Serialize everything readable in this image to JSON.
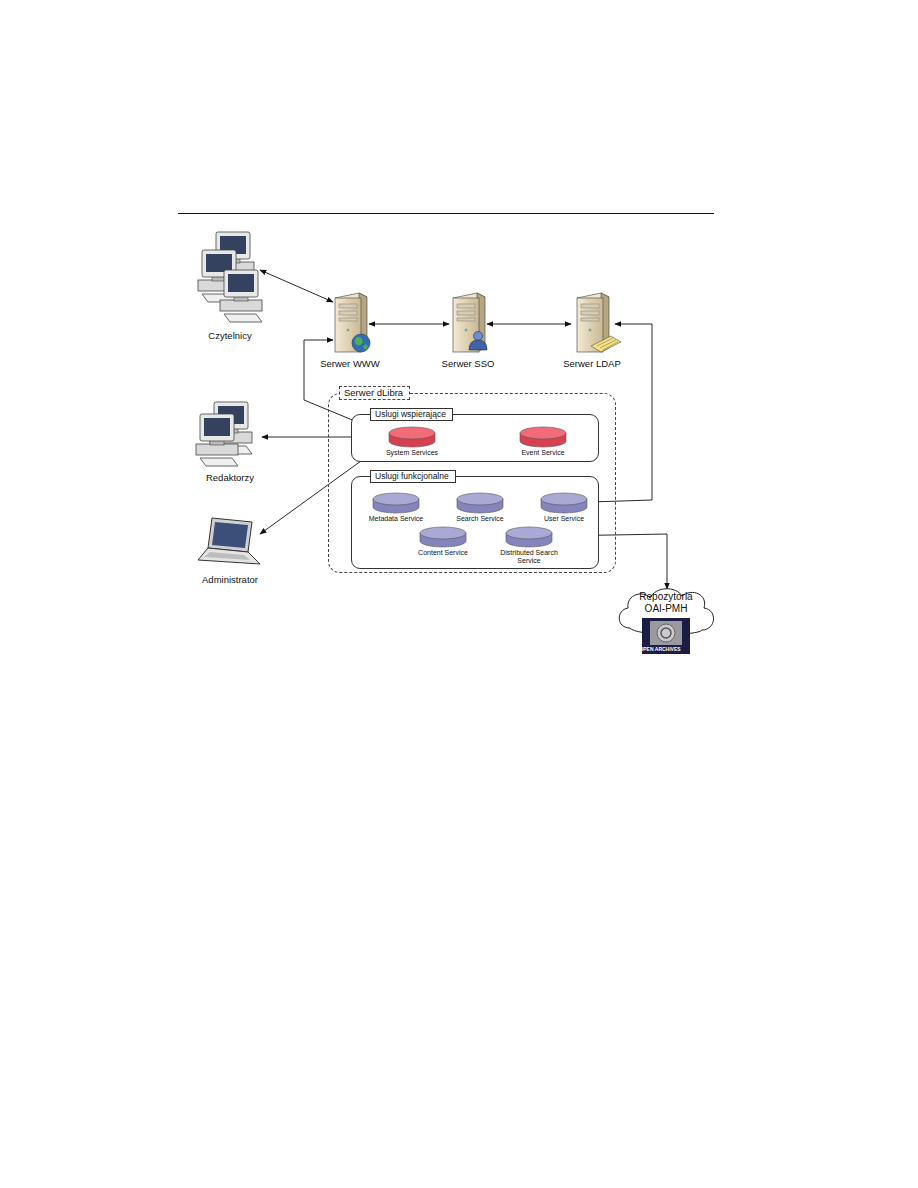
{
  "diagram": {
    "nodes": [
      {
        "text": [
          "Czytelnicy"
        ]
      },
      {
        "text": [
          "Serwer WWW"
        ]
      },
      {
        "text": [
          "Serwer SSO"
        ]
      },
      {
        "text": [
          "Serwer LDAP"
        ]
      },
      {
        "text": [
          "Serwer dLibra"
        ]
      },
      {
        "text": [
          "Uslugi wspierające"
        ],
        "in": 4
      },
      {
        "text": [
          "System Services"
        ],
        "in": 5
      },
      {
        "text": [
          "Event Service"
        ],
        "in": 5
      },
      {
        "text": [
          "Redaktorzy"
        ]
      },
      {
        "text": [
          "Uslugi funkcjonalne"
        ],
        "in": 4
      },
      {
        "text": [
          "Metadata Service"
        ],
        "in": 9
      },
      {
        "text": [
          "Search Service"
        ],
        "in": 9
      },
      {
        "text": [
          "User Service"
        ],
        "in": 9
      },
      {
        "text": [
          "Content Service"
        ],
        "in": 9
      },
      {
        "text": [
          "Distributed Search Service"
        ],
        "in": 9
      },
      {
        "text": [
          "Administrator"
        ]
      },
      {
        "text": [
          "Repozytoria OAI-PMH"
        ]
      }
    ],
    "edges": [
      {
        "from": 0,
        "to": 1,
        "arrow": "both"
      },
      {
        "from": 1,
        "to": 2,
        "arrow": "both"
      },
      {
        "from": 2,
        "to": 3,
        "arrow": "both"
      },
      {
        "from": 3,
        "to": 12,
        "arrow": "both"
      },
      {
        "from": 1,
        "to": 6,
        "arrow": "both"
      },
      {
        "from": 8,
        "to": 6,
        "arrow": "both"
      },
      {
        "from": 15,
        "to": 6,
        "arrow": "both"
      },
      {
        "from": 14,
        "to": 16,
        "arrow": "both"
      }
    ],
    "labels": [
      "OPEN ARCHIVES"
    ]
  }
}
